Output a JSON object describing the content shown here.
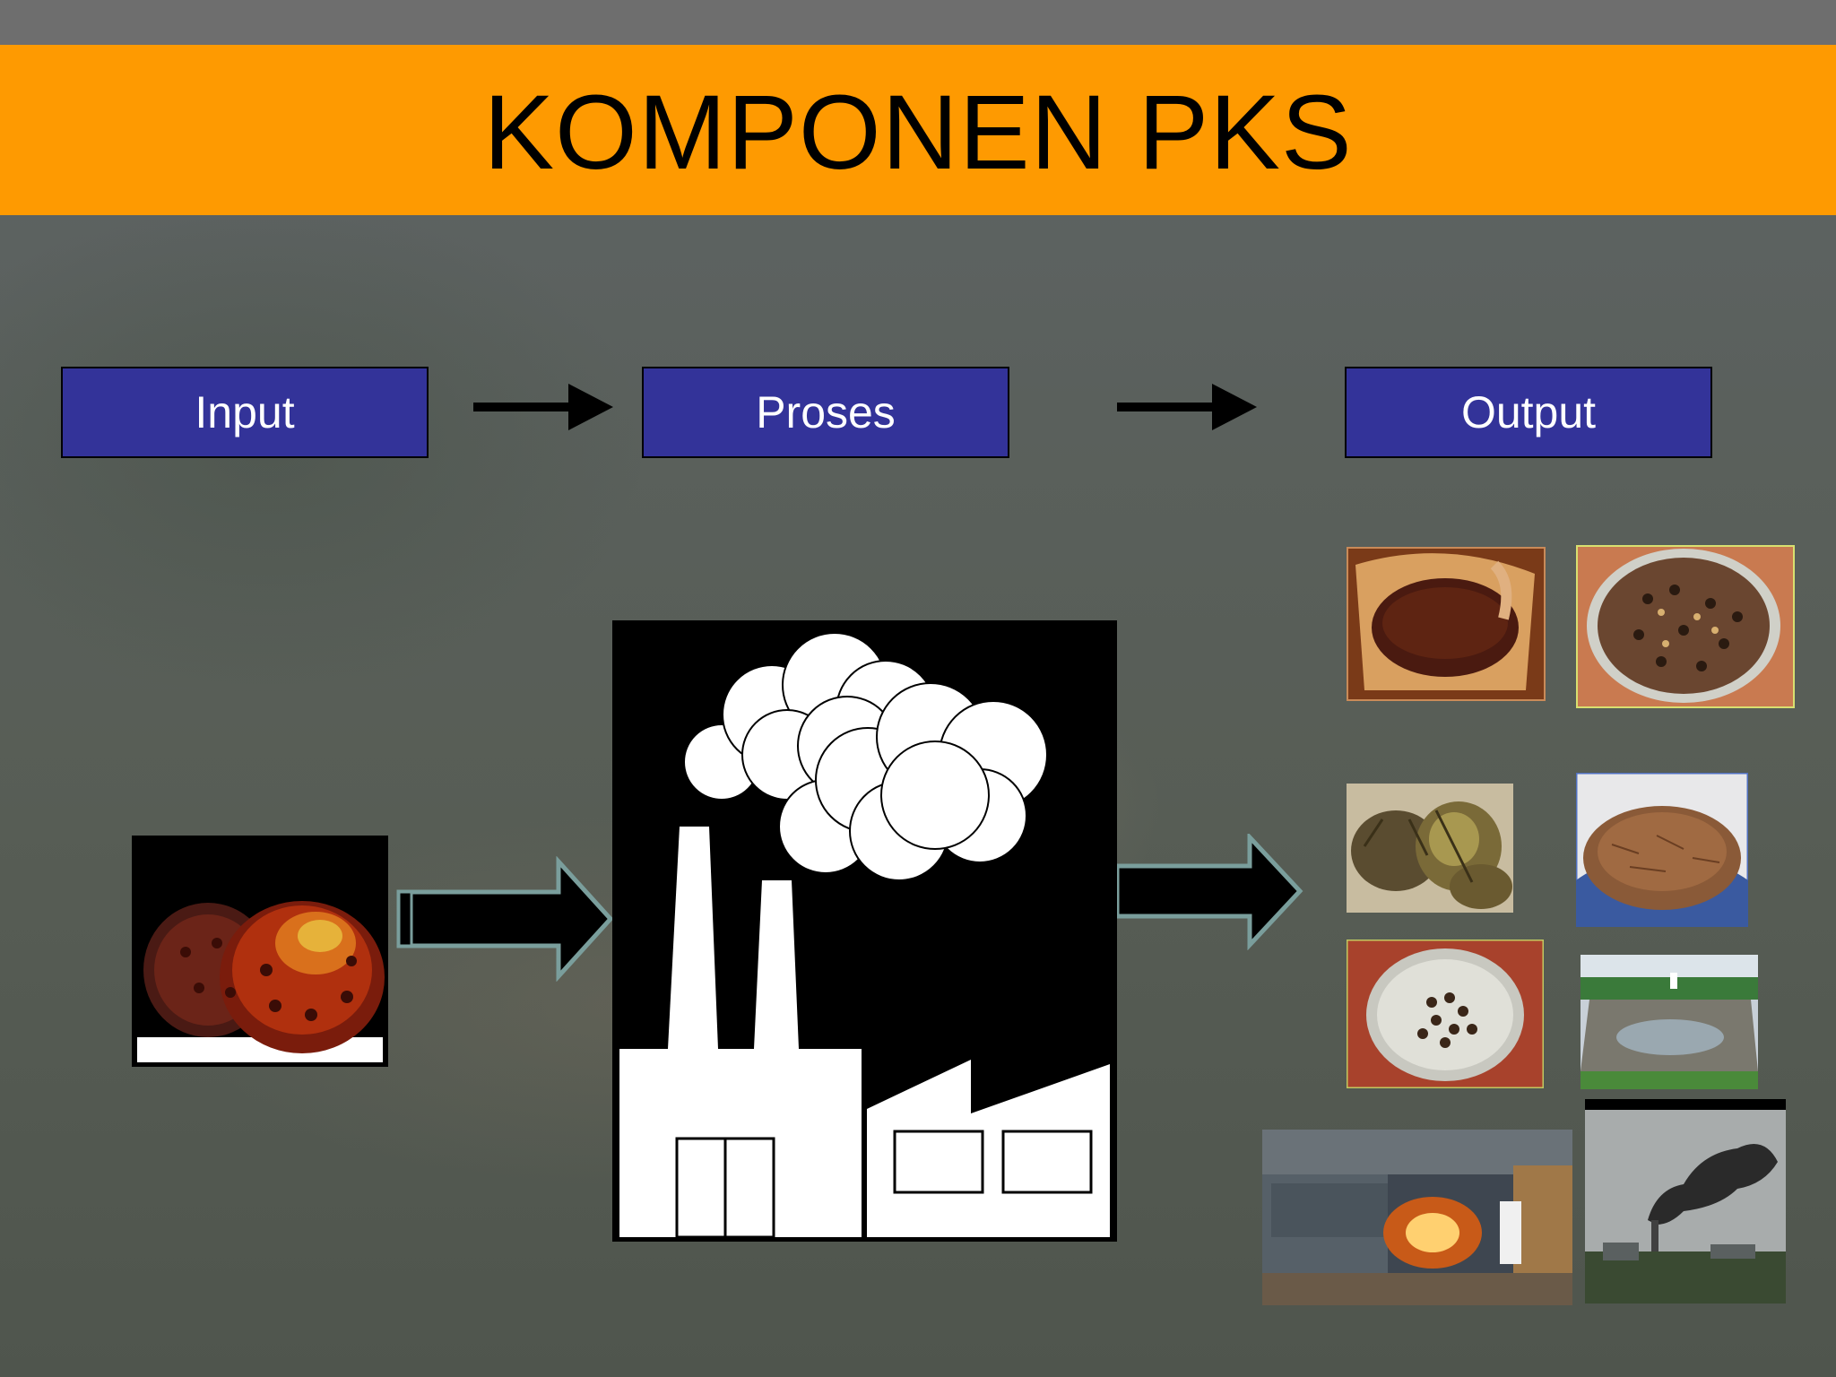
{
  "slide": {
    "title": "KOMPONEN PKS"
  },
  "flow": {
    "input_label": "Input",
    "process_label": "Proses",
    "output_label": "Output"
  },
  "colors": {
    "title_bar": "#fe9a01",
    "flow_box": "#333399",
    "top_strip": "#6e6e6e"
  },
  "icons": {
    "factory": "factory-icon",
    "arrows": "arrow-right-icon"
  },
  "photos": {
    "input": "palm-fruit-bunch-photo",
    "outputs": [
      "crude-palm-oil-photo",
      "palm-kernel-photo",
      "empty-fruit-bunch-photo",
      "fiber-photo",
      "shell-photo",
      "effluent-pond-photo",
      "boiler-ash-photo",
      "chimney-smoke-photo"
    ]
  }
}
